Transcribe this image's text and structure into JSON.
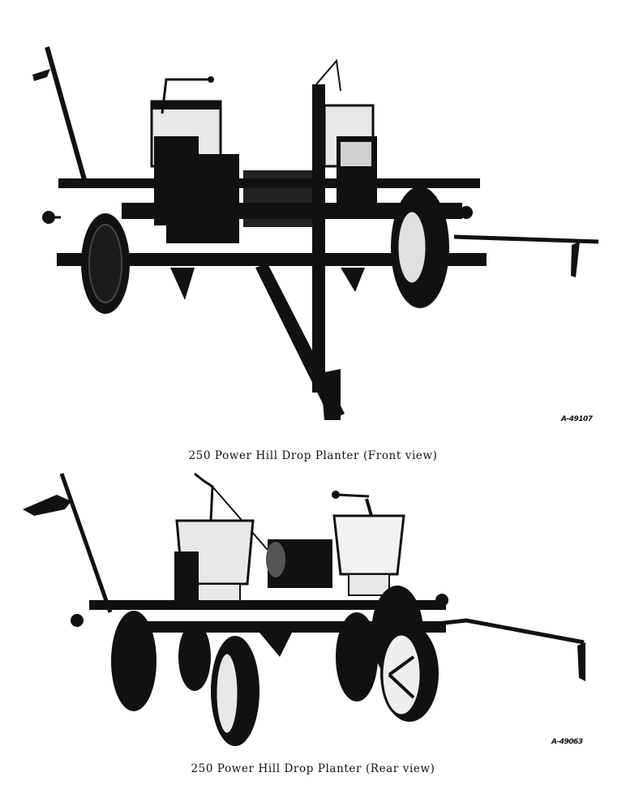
{
  "figures": [
    {
      "photo_code": "A-49107",
      "caption": "250 Power Hill Drop Planter (Front view)"
    },
    {
      "photo_code": "A-49063",
      "caption": "250 Power Hill Drop Planter (Rear view)"
    }
  ],
  "colors": {
    "ink": "#111111",
    "metal_light": "#e8e8e8",
    "paper": "#ffffff"
  }
}
